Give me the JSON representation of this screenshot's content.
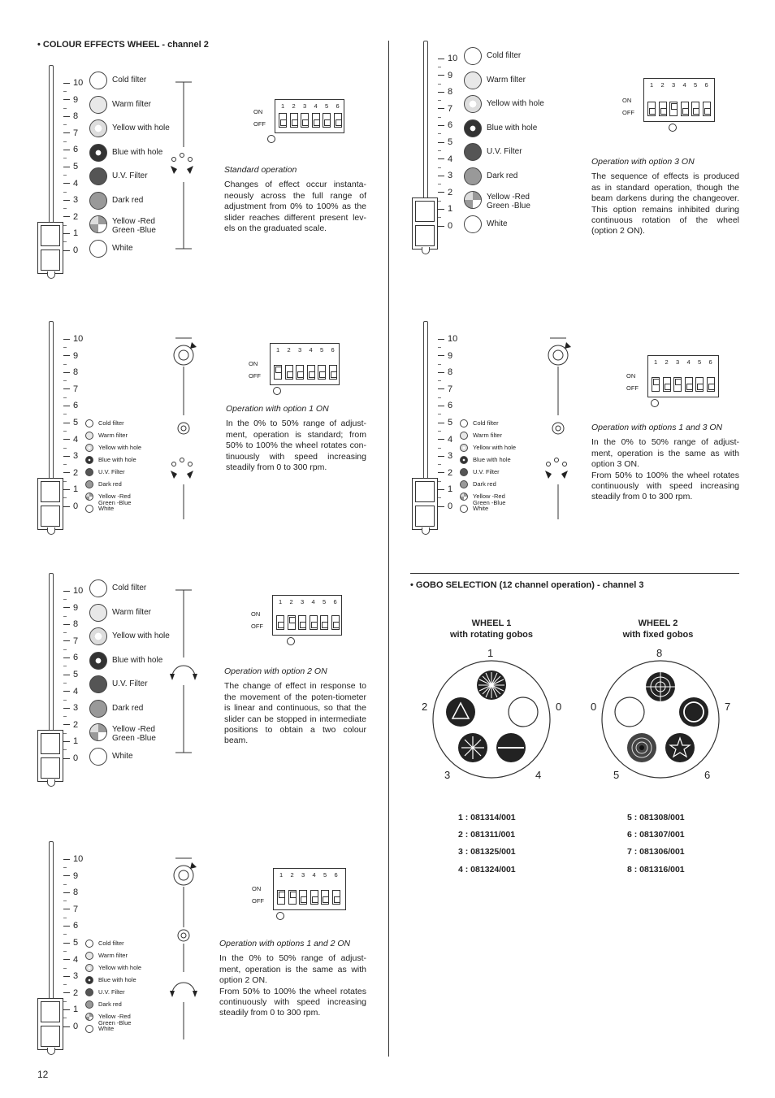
{
  "page_number": "12",
  "colour_section": {
    "heading": "• COLOUR EFFECTS WHEEL - channel 2",
    "scale": [
      "10",
      "9",
      "8",
      "7",
      "6",
      "5",
      "4",
      "3",
      "2",
      "1",
      "0"
    ],
    "effects": [
      "Cold filter",
      "Warm filter",
      "Yellow with hole",
      "Blue with hole",
      "U.V. Filter",
      "Dark red",
      "Yellow -Red\nGreen -Blue",
      "White"
    ],
    "dip": {
      "nums": [
        "1",
        "2",
        "3",
        "4",
        "5",
        "6"
      ],
      "on": "ON",
      "off": "OFF"
    },
    "blocks": [
      {
        "title": "Standard operation",
        "body": "Changes of effect occur instanta-neously across the full range of adjustment from 0% to 100% as the slider reaches different present lev-els on the graduated scale."
      },
      {
        "title": "Operation with option 1 ON",
        "body": "In the 0% to 50% range of adjust-ment, operation is standard; from 50% to 100% the wheel rotates con-tinuously with speed increasing steadily from 0 to 300 rpm."
      },
      {
        "title": "Operation with option 2 ON",
        "body": "The change of effect in response to the movement of the poten-tiometer is linear and continuous, so that the slider can be stopped in intermediate positions to obtain a two colour beam."
      },
      {
        "title": "Operation with options 1 and 2 ON",
        "body": "In the 0% to 50% range of adjust-ment, operation is the same as with option 2 ON.\nFrom 50% to 100% the wheel rotates continuously with speed increasing steadily from 0 to 300 rpm."
      },
      {
        "title": "Operation with option 3 ON",
        "body": "The sequence of effects is produced as in standard operation, though the beam darkens during the changeover. This option remains inhibited during continuous rotation of the wheel (option 2 ON)."
      },
      {
        "title": "Operation with options 1 and 3 ON",
        "body": "In the 0% to 50% range of adjust-ment, operation is the same as with option 3 ON.\nFrom 50% to 100% the wheel rotates continuously with speed increasing steadily from 0 to 300 rpm."
      }
    ]
  },
  "gobo_section": {
    "heading": "• GOBO SELECTION (12 channel operation) - channel 3",
    "wheel1": {
      "title": "WHEEL 1",
      "subtitle": "with rotating gobos",
      "positions": {
        "top": "1",
        "left": "2",
        "right": "0",
        "bl": "3",
        "br": "4"
      }
    },
    "wheel2": {
      "title": "WHEEL 2",
      "subtitle": "with fixed gobos",
      "positions": {
        "top": "8",
        "left": "0",
        "right": "7",
        "bl": "5",
        "br": "6"
      }
    },
    "codes_left": [
      "1 : 081314/001",
      "2 : 081311/001",
      "3 : 081325/001",
      "4 : 081324/001"
    ],
    "codes_right": [
      "5 : 081308/001",
      "6 : 081307/001",
      "7 : 081306/001",
      "8 : 081316/001"
    ]
  }
}
